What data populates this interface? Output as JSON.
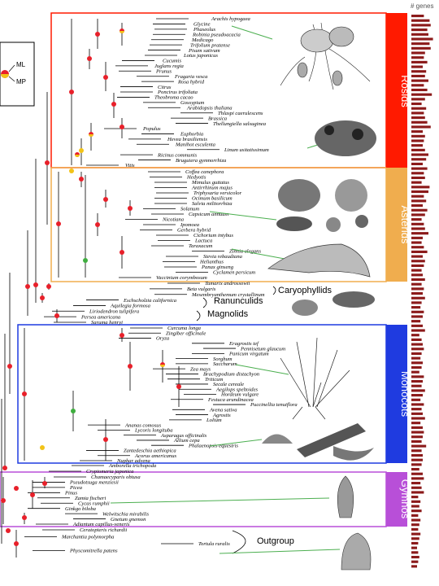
{
  "genes_header": "# genes",
  "legend": {
    "ml": "ML",
    "mp": "MP"
  },
  "groups": {
    "rosids": "Rosids",
    "asterids": "Asterids",
    "monocots": "Monocots",
    "gymnos": "Gymnos",
    "caryophyllids": "Caryophyllids",
    "ranunculids": "Ranunculids",
    "magnolids": "Magnolids",
    "outgroup": "Outgroup"
  },
  "colors": {
    "rosids": "#ff1a00",
    "asterids": "#f0ad4e",
    "monocots": "#1f3be0",
    "gymnos": "#b84fd8",
    "outgroup_line": "#d24fd8",
    "bars": "#8b1a1a",
    "node_red": "#e8202a",
    "node_yellow": "#f2c318",
    "node_green": "#3fae3f",
    "arrow": "#4caf50"
  },
  "taxa": [
    "Arachis hypogaea",
    "Glycine",
    "Phaseolus",
    "Robinia pseudoacacia",
    "Medicago",
    "Trifolium pratense",
    "Pisum sativum",
    "Lotus japonicus",
    "Cucumis",
    "Juglans regia",
    "Prunus",
    "Fragaria vesca",
    "Rosa hybrid",
    "Citrus",
    "Poncirus trifoliata",
    "Theobroma cacao",
    "Gossypium",
    "Arabidopsis thaliana",
    "Thlaspi caerulescens",
    "Brassica",
    "Thellungiella salsuginea",
    "Populus",
    "Euphorbia",
    "Hevea brasiliensis",
    "Manihot esculenta",
    "Linum usitatissimum",
    "Ricinus communis",
    "Bruguiera gymnorrhiza",
    "Vitis",
    "Coffea canephora",
    "Hedyotis",
    "Mimulus guttatus",
    "Antirrhinum majus",
    "Triphysaria versicolor",
    "Ocimum basilicum",
    "Salvia miltiorrhiza",
    "Solanum",
    "Capsicum annuum",
    "Nicotiana",
    "Ipomoea",
    "Gerbera hybrid",
    "Cichorium intybus",
    "Lactuca",
    "Taraxacum",
    "Zinnia elegans",
    "Stevia rebaudiana",
    "Helianthus",
    "Panax ginseng",
    "Cyclamen persicum",
    "Vaccinium corymbosum",
    "Tamarix androssowii",
    "Beta vulgaris",
    "Mesembryanthemum crystallinum",
    "Eschscholzia californica",
    "Aquilegia formosa",
    "Liriodendron tulipifera",
    "Persea americana",
    "Saruma henryi",
    "Curcuma longa",
    "Zingiber officinale",
    "Oryza",
    "Eragrostis tef",
    "Pennisetum glaucum",
    "Panicum virgatum",
    "Sorghum",
    "Saccharum",
    "Zea mays",
    "Brachypodium distachyon",
    "Triticum",
    "Secale cereale",
    "Aegilops speltoides",
    "Hordeum vulgare",
    "Festuca arundinacea",
    "Puccinellia tenuiflora",
    "Avena sativa",
    "Agrostis",
    "Lolium",
    "Ananas comosus",
    "Lycoris longituba",
    "Asparagus officinalis",
    "Allium cepa",
    "Phalaenopsis equestris",
    "Zantedeschia aethiopica",
    "Acorus americanus",
    "Nuphar advena",
    "Amborella trichopoda",
    "Cryptomeria japonica",
    "Chamaecyparis obtusa",
    "Pseudotsuga menziesii",
    "Picea",
    "Pinus",
    "Zamia fischeri",
    "Cycas rumphii",
    "Ginkgo biloba",
    "Welwitschia mirabilis",
    "Gnetum gnemon",
    "Adiantum capillus-veneris",
    "Ceratopteris richardii",
    "Marchantia polymorpha",
    "Tortula ruralis",
    "Physcomitrella patens"
  ],
  "chart_data": {
    "type": "bar",
    "ylabel": "# genes",
    "values": [
      0.55,
      0.8,
      0.85,
      0.7,
      0.75,
      0.95,
      0.8,
      0.85,
      0.6,
      0.55,
      0.7,
      0.5,
      0.65,
      0.6,
      0.75,
      0.55,
      0.7,
      0.9,
      0.6,
      0.45,
      0.65,
      0.55,
      0.6,
      0.7,
      0.85,
      0.5,
      0.6,
      0.55,
      0.5,
      0.6,
      0.75,
      0.65,
      0.5,
      0.7,
      0.55,
      0.6,
      0.45,
      0.8,
      0.75,
      0.55,
      0.65,
      0.5,
      0.7,
      0.6,
      0.45,
      0.55,
      0.6,
      0.75,
      0.5,
      0.45,
      0.55,
      0.7,
      0.5,
      0.6,
      0.55,
      0.45,
      0.5,
      0.6,
      0.45,
      0.55,
      0.5,
      0.6,
      0.45,
      0.4,
      0.55,
      0.5,
      0.4,
      0.5,
      0.6,
      0.35,
      0.45,
      0.5,
      0.55,
      0.45,
      0.4,
      0.5,
      0.45,
      0.35,
      0.55,
      0.5,
      0.45,
      0.6,
      0.5,
      0.4,
      0.55,
      0.45,
      0.5,
      0.6,
      0.4,
      0.5,
      0.55,
      0.5,
      0.45,
      0.65,
      0.45,
      0.5,
      0.5,
      0.45,
      0.35,
      0.5,
      0.55,
      0.4,
      0.45,
      0.55,
      0.3,
      0.4,
      0.35,
      0.45,
      0.3,
      0.4,
      0.35,
      0.3,
      0.4,
      0.35,
      0.3,
      0.25,
      0.3,
      0.35,
      0.3,
      0.25
    ]
  }
}
